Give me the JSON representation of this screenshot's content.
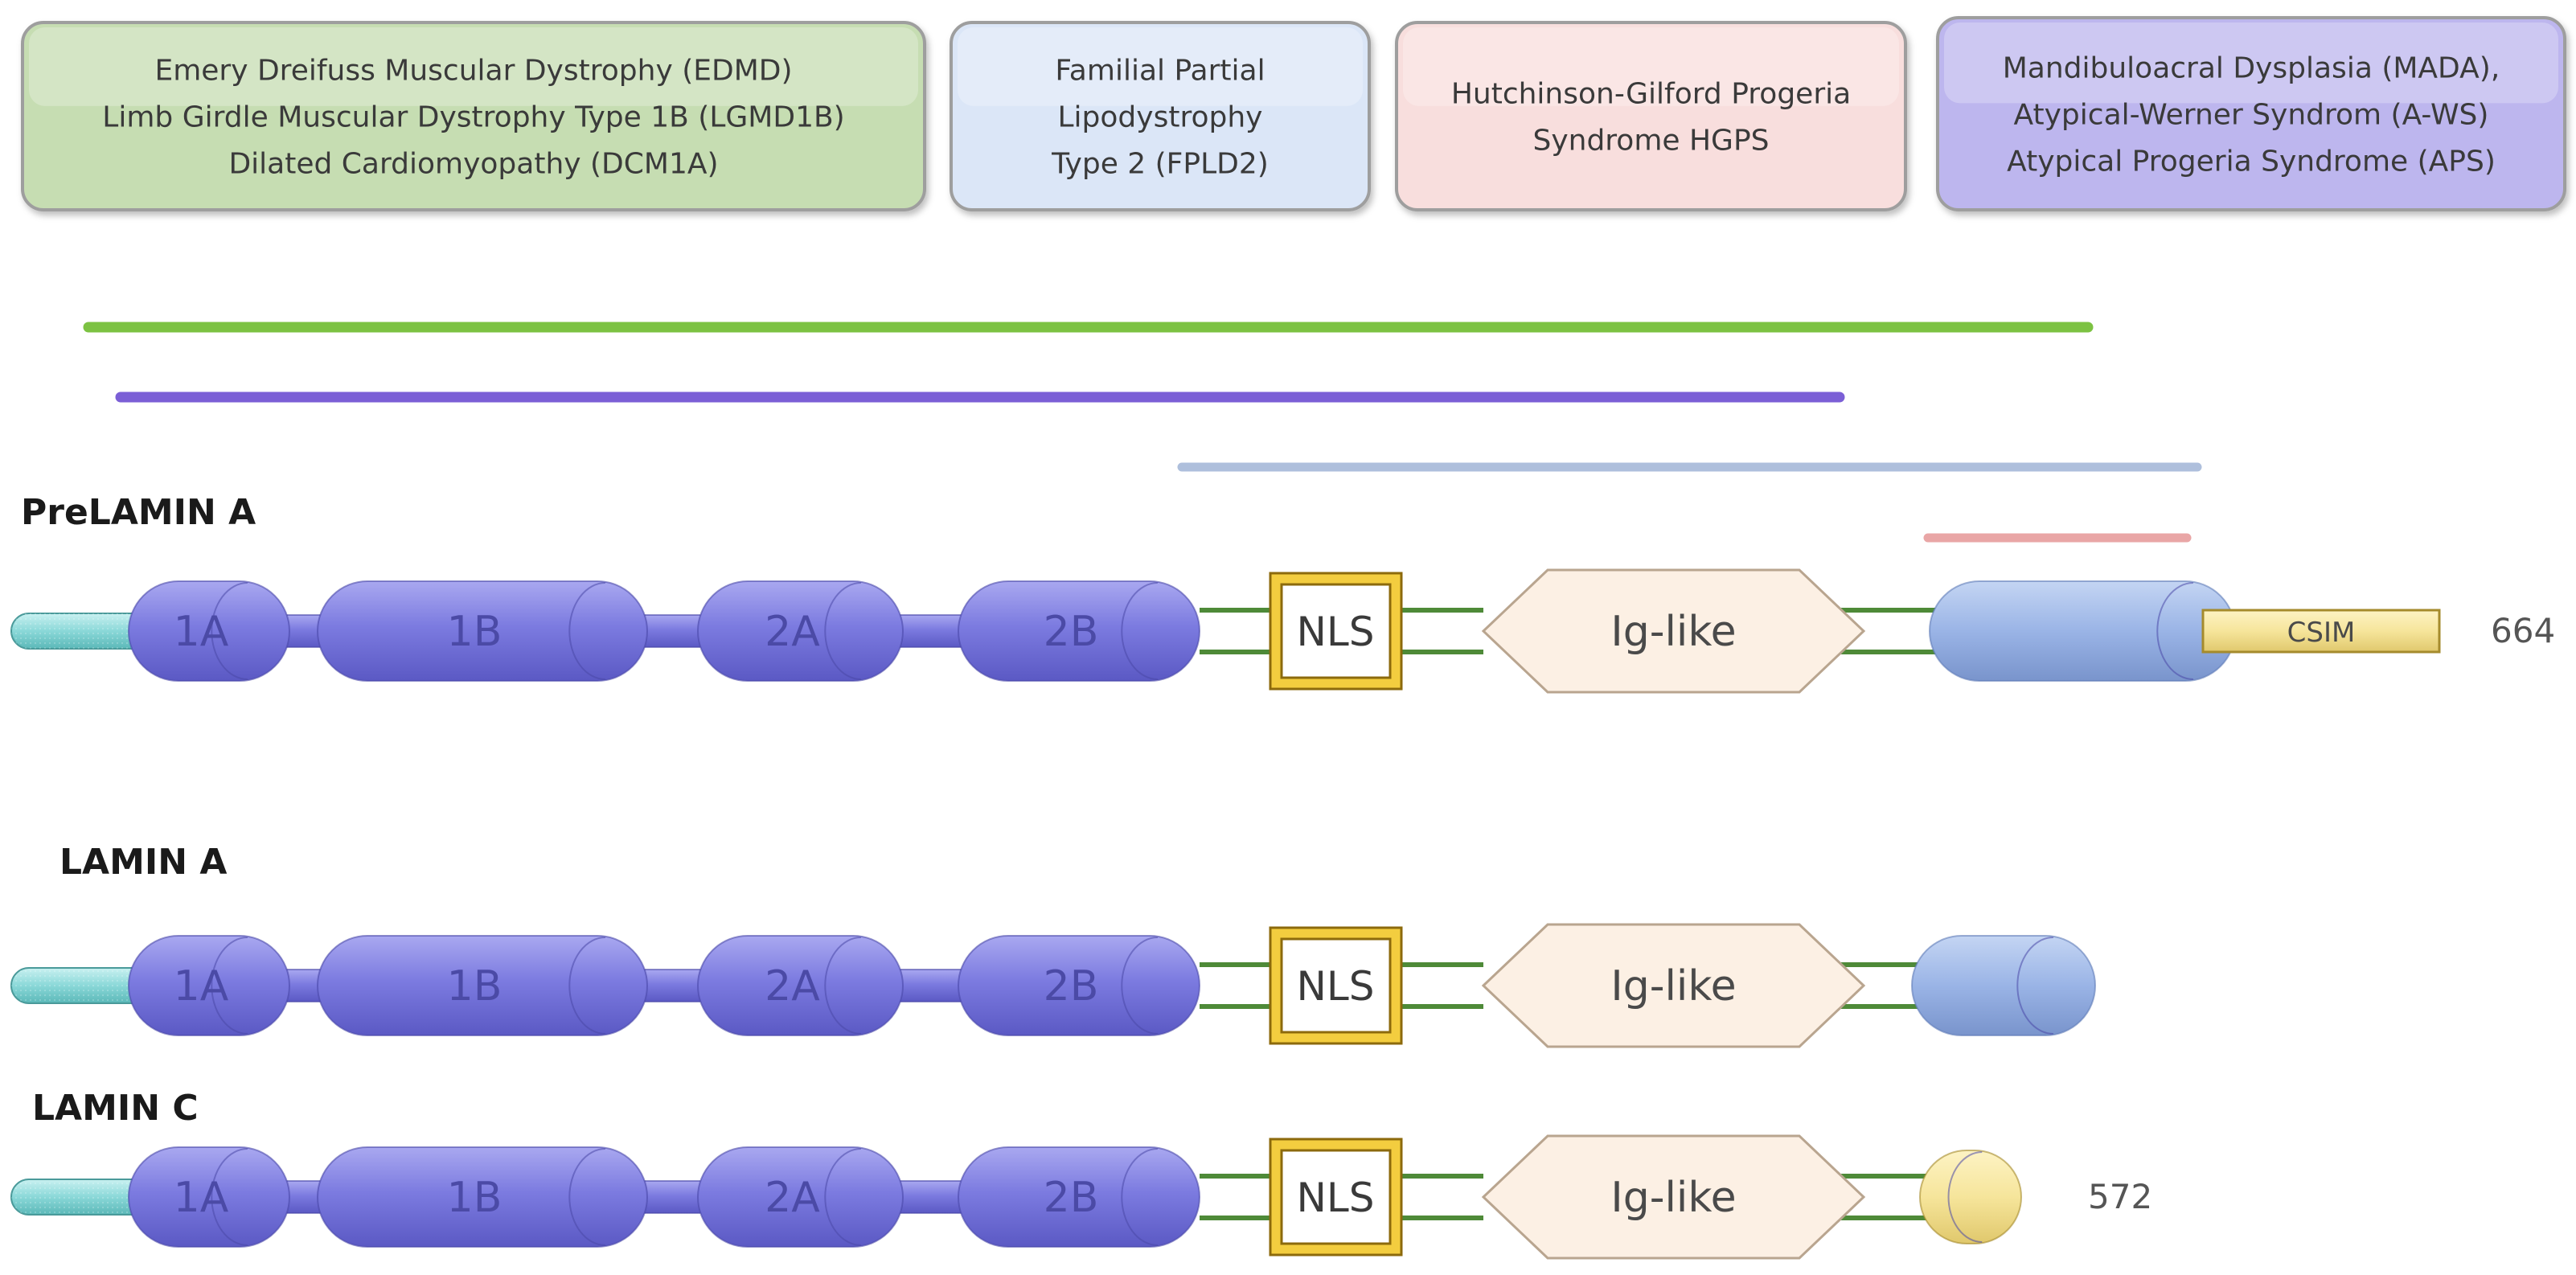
{
  "disease_boxes": [
    {
      "lines": [
        "Emery Dreifuss Muscular Dystrophy (EDMD)",
        "Limb Girdle Muscular Dystrophy Type 1B (LGMD1B)",
        "Dilated Cardiomyopathy (DCM1A)"
      ],
      "color": "#c6ddb2"
    },
    {
      "lines": [
        "Familial Partial",
        "Lipodystrophy",
        "Type 2  (FPLD2)"
      ],
      "color": "#dbe6f7"
    },
    {
      "lines": [
        "Hutchinson-Gilford Progeria",
        "Syndrome HGPS"
      ],
      "color": "#f8dedd"
    },
    {
      "lines": [
        "Mandibuloacral Dysplasia (MADA),",
        "Atypical-Werner Syndrom (A-WS)",
        "Atypical Progeria Syndrome (APS)"
      ],
      "color": "#bdb6ee"
    }
  ],
  "bar_colors": {
    "green": "#7cc242",
    "purple": "#7b5fd6",
    "lightblue": "#aebfdc",
    "pink": "#e9a6a6"
  },
  "proteins": [
    {
      "name": "PreLAMIN A",
      "domains": [
        "1A",
        "1B",
        "2A",
        "2B"
      ],
      "nls": "NLS",
      "ig": "Ig-like",
      "tail_label": "CSIM",
      "length": "664"
    },
    {
      "name": "LAMIN A",
      "domains": [
        "1A",
        "1B",
        "2A",
        "2B"
      ],
      "nls": "NLS",
      "ig": "Ig-like"
    },
    {
      "name": "LAMIN C",
      "domains": [
        "1A",
        "1B",
        "2A",
        "2B"
      ],
      "nls": "NLS",
      "ig": "Ig-like",
      "length": "572"
    }
  ],
  "colors": {
    "domain": "#7a79dc",
    "domain_text": "#4b4aa6",
    "head": "#8ad8d8",
    "tail_blue": "#9ab4e6",
    "csim": "#f6e59b",
    "nls_border": "#d8a617",
    "ig_fill": "#fcf0e4",
    "linker": "#4e8a38"
  }
}
